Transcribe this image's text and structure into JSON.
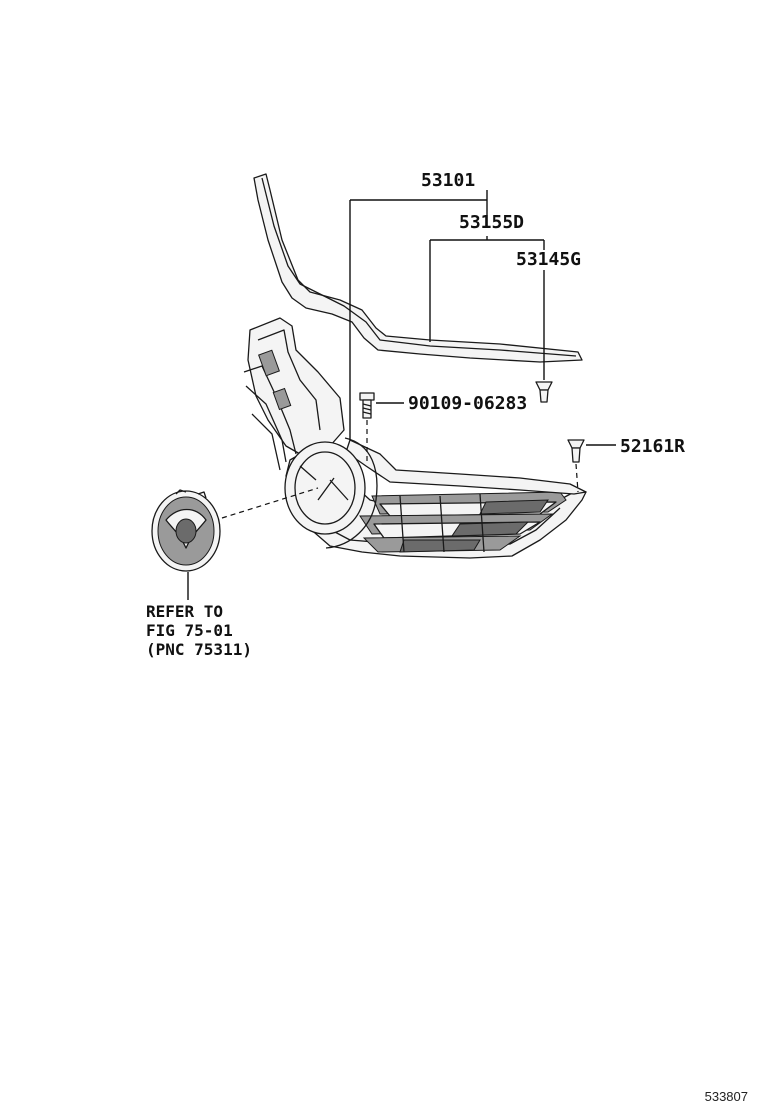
{
  "parts": {
    "p53101": "53101",
    "p53155D": "53155D",
    "p53145G": "53145G",
    "p90109": "90109-06283",
    "p52161R": "52161R"
  },
  "reference": {
    "line1": "REFER TO",
    "line2": "FIG 75-01",
    "line3": "(PNC 75311)"
  },
  "figure_id": "533807"
}
